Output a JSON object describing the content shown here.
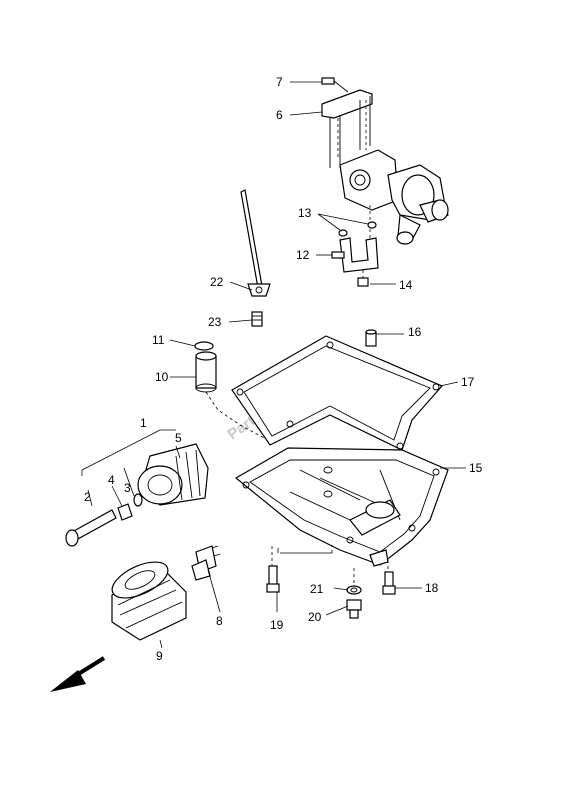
{
  "callouts": [
    "1",
    "2",
    "3",
    "4",
    "5",
    "6",
    "7",
    "8",
    "9",
    "10",
    "11",
    "12",
    "13",
    "14",
    "15",
    "16",
    "17",
    "18",
    "19",
    "20",
    "21",
    "22",
    "23"
  ],
  "watermark": "PartsRepublik",
  "icons": {
    "direction_arrow": "front-direction-arrow-icon"
  }
}
